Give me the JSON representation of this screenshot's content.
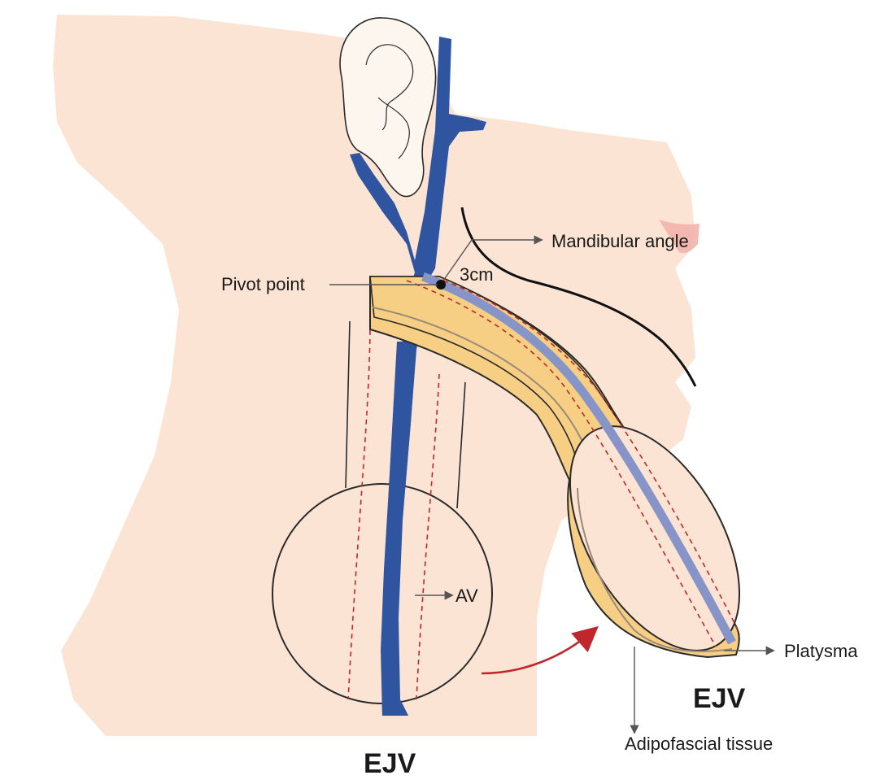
{
  "labels": {
    "mandibular_angle": "Mandibular angle",
    "distance": "3cm",
    "pivot_point": "Pivot point",
    "av": "AV",
    "platysma": "Platysma",
    "ejv_flap": "EJV",
    "adipofascial": "Adipofascial tissue",
    "ejv_bottom": "EJV"
  },
  "colors": {
    "skin": "#fbe4d3",
    "vein": "#2f55a1",
    "flap": "#f6cf84",
    "flap_outline": "#2a2a2a",
    "vessel_in_flap": "#8794c8",
    "dashed_line": "#c0272d",
    "arrow": "#c0272d",
    "lip": "#f2b4ad"
  },
  "icons": [
    "ear-icon",
    "pivot-dot-icon",
    "rotation-arrow-icon"
  ]
}
